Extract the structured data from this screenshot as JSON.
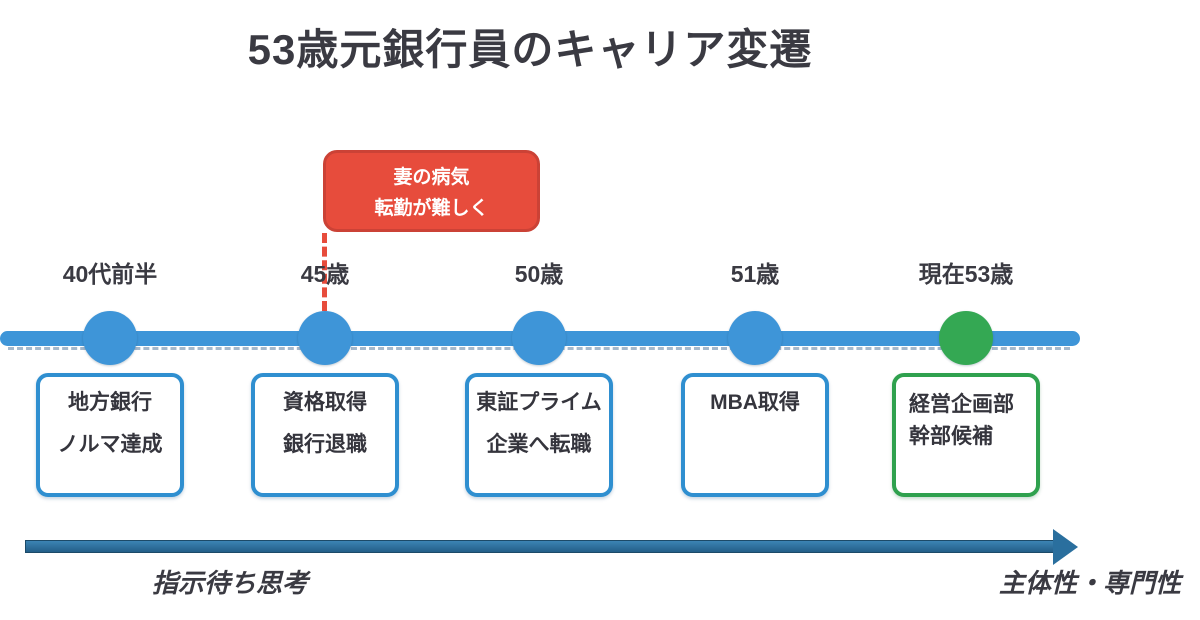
{
  "title": "53歳元銀行員のキャリア変遷",
  "callout": {
    "line1": "妻の病気",
    "line2": "転勤が難しく"
  },
  "milestones": [
    {
      "age": "40代前半",
      "card": [
        "地方銀行",
        "ノルマ達成"
      ],
      "status": "past"
    },
    {
      "age": "45歳",
      "card": [
        "資格取得",
        "銀行退職"
      ],
      "status": "past"
    },
    {
      "age": "50歳",
      "card": [
        "東証プライム",
        "企業へ転職"
      ],
      "status": "past"
    },
    {
      "age": "51歳",
      "card": [
        "MBA取得"
      ],
      "status": "past"
    },
    {
      "age": "現在53歳",
      "card": [
        "経営企画部",
        "幹部候補"
      ],
      "status": "current"
    }
  ],
  "axis": {
    "left": "指示待ち思考",
    "right": "主体性・専門性"
  },
  "colors": {
    "timeline_blue": "#3e95d8",
    "card_border_blue": "#2f8fd0",
    "current_green": "#34a853",
    "callout_red": "#e74c3c",
    "growth_arrow": "#2a6f9e",
    "text": "#3a3a42"
  }
}
